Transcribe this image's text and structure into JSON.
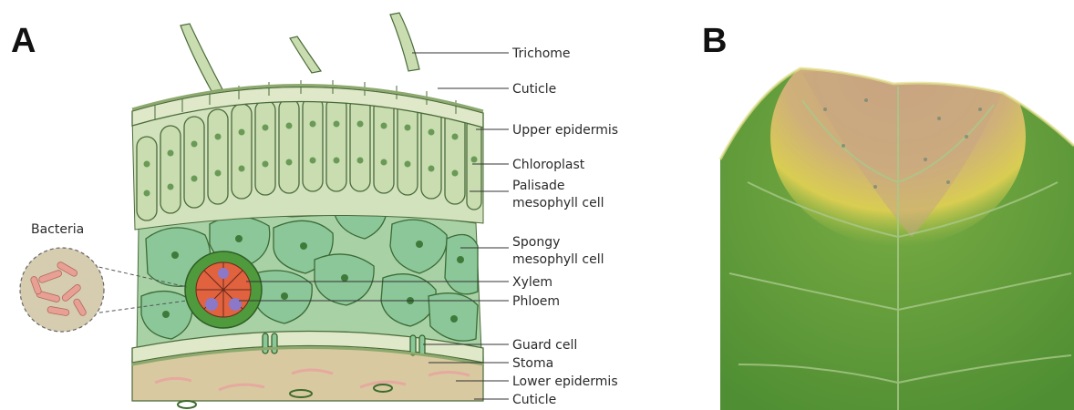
{
  "panels": {
    "a": {
      "letter": "A"
    },
    "b": {
      "letter": "B"
    }
  },
  "diagram": {
    "bacteria_label": "Bacteria",
    "labels": {
      "trichome": "Trichome",
      "cuticle_top": "Cuticle",
      "upper_epidermis": "Upper epidermis",
      "chloroplast": "Chloroplast",
      "palisade_1": "Palisade",
      "palisade_2": "mesophyll cell",
      "spongy_1": "Spongy",
      "spongy_2": "mesophyll cell",
      "xylem": "Xylem",
      "phloem": "Phloem",
      "guard_cell": "Guard cell",
      "stoma": "Stoma",
      "lower_epidermis": "Lower epidermis",
      "cuticle_bottom": "Cuticle"
    }
  },
  "colors": {
    "epidermis": "#dfe8c8",
    "palisade": "#c9ddb0",
    "spongy": "#8cc79a",
    "vein_outer": "#4f9a3c",
    "xylem": "#e0623f",
    "phloem": "#8b78c8",
    "lower_tissue": "#d8c9a0",
    "bacteria_bg": "#d6ccb0",
    "bacteria": "#e9a094",
    "leaf_green": "#5f9a3c",
    "leaf_yellow": "#d8c846",
    "lesion": "#c9a584"
  }
}
